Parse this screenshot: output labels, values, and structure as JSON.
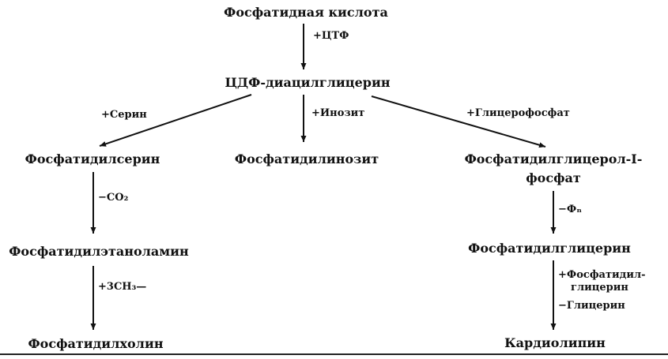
{
  "nodes": {
    "phosphatidic_acid": "Фосфатидная кислота",
    "cdp_diacylglycerol": "ЦДФ-диацилглицерин",
    "phosphatidylserine": "Фосфатидилсерин",
    "phosphatidylinositol": "Фосфатидилинозит",
    "phosphatidylglycerol_phosphate_line1": "Фосфатидилглицерол-I-",
    "phosphatidylglycerol_phosphate_line2": "фосфат",
    "phosphatidylethanolamine": "Фосфатидилэтаноламин",
    "phosphatidylglycerol": "Фосфатидилглицерин",
    "phosphatidylcholine": "Фосфатидилхолин",
    "cardiolipin": "Кардиолипин"
  },
  "labels": {
    "plus_ctp": "+ЦТФ",
    "plus_serine": "+Серин",
    "plus_inositol": "+Инозит",
    "plus_glycerophosphate": "+Глицерофосфат",
    "minus_co2": "−CO₂",
    "minus_phosphate": "−Фₙ",
    "plus_methyl": "+3CH₃—",
    "plus_phosphatidylglycerol_line1": "+Фосфатидил-",
    "plus_phosphatidylglycerol_line2": "глицерин",
    "minus_glycerol": "−Глицерин"
  }
}
